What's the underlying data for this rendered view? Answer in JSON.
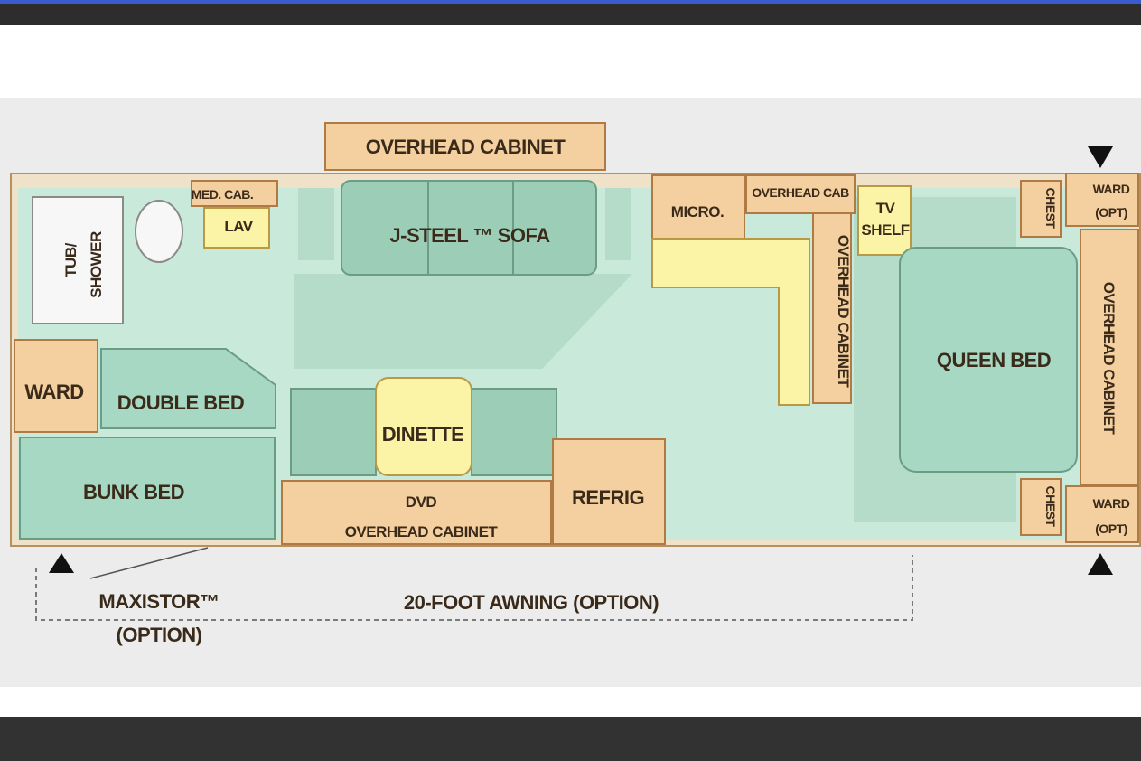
{
  "labels": {
    "overhead_cabinet_top": "OVERHEAD CABINET",
    "sofa": "J-STEEL ™ SOFA",
    "micro": "MICRO.",
    "overhead_cab_small": "OVERHEAD CAB",
    "tv": "TV",
    "shelf": "SHELF",
    "chest": "CHEST",
    "ward_opt_1": "WARD",
    "opt_1": "(OPT)",
    "ward_opt_2": "WARD",
    "opt_2": "(OPT)",
    "tub": "TUB/",
    "shower": "SHOWER",
    "med_cab": "MED. CAB.",
    "lav": "LAV",
    "ward": "WARD",
    "double_bed": "DOUBLE BED",
    "bunk_bed": "BUNK BED",
    "dinette": "DINETTE",
    "dvd": "DVD",
    "dvd_overhead_cabinet": "OVERHEAD CABINET",
    "refrig": "REFRIG",
    "overhead_cabinet_vertical": "OVERHEAD CABINET",
    "queen_bed": "QUEEN BED",
    "overhead_cabinet_right": "OVERHEAD CABINET",
    "maxistor": "MAXISTOR™",
    "maxistor_option": "(OPTION)",
    "awning": "20-FOOT AWNING (OPTION)"
  },
  "colors": {
    "top_bar": "#2d2d2d",
    "top_accent": "#3a5bd0",
    "bottom_bar": "#323232",
    "cabinet": "#f4cf9f",
    "bed": "#a7d8c3",
    "floor": "#c9e9da",
    "dinette_seat": "#fbf3a6"
  }
}
